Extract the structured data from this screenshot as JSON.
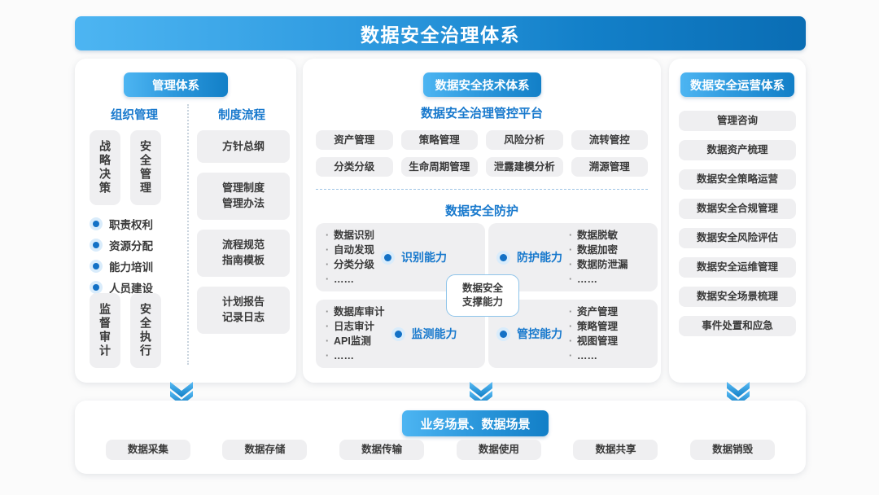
{
  "title": "数据安全治理体系",
  "management": {
    "pill": "管理体系",
    "col_org": "组织管理",
    "col_process": "制度流程",
    "org_boxes_top": [
      "战略决策",
      "安全管理"
    ],
    "org_bullets": [
      "职责权利",
      "资源分配",
      "能力培训",
      "人员建设"
    ],
    "org_boxes_bottom": [
      "监督审计",
      "安全执行"
    ],
    "process_items": [
      "方针总纲",
      "管理制度\n管理办法",
      "流程规范\n指南模板",
      "计划报告\n记录日志"
    ]
  },
  "technology": {
    "pill": "数据安全技术体系",
    "platform_title": "数据安全治理管控平台",
    "platform_items": [
      "资产管理",
      "策略管理",
      "风险分析",
      "流转管控",
      "分类分级",
      "生命周期管理",
      "泄露建模分析",
      "溯源管理"
    ],
    "protection_title": "数据安全防护",
    "center_badge": "数据安全\n支撑能力",
    "quadrants": [
      {
        "capability": "识别能力",
        "items": [
          "数据识别",
          "自动发现",
          "分类分级",
          "……"
        ],
        "side": "left"
      },
      {
        "capability": "防护能力",
        "items": [
          "数据脱敏",
          "数据加密",
          "数据防泄漏",
          "……"
        ],
        "side": "right"
      },
      {
        "capability": "监测能力",
        "items": [
          "数据库审计",
          "日志审计",
          "API监测",
          "……"
        ],
        "side": "left"
      },
      {
        "capability": "管控能力",
        "items": [
          "资产管理",
          "策略管理",
          "视图管理",
          "……"
        ],
        "side": "right"
      }
    ]
  },
  "operations": {
    "pill": "数据安全运营体系",
    "items": [
      "管理咨询",
      "数据资产梳理",
      "数据安全策略运营",
      "数据安全合规管理",
      "数据安全风险评估",
      "数据安全运维管理",
      "数据安全场景梳理",
      "事件处置和应急"
    ]
  },
  "scene": {
    "pill": "业务场景、数据场景",
    "items": [
      "数据采集",
      "数据存储",
      "数据传输",
      "数据使用",
      "数据共享",
      "数据销毁"
    ]
  },
  "colors": {
    "brand_light": "#4db5f2",
    "brand_dark": "#0a6db4",
    "accent_text": "#1879cd",
    "chip_bg": "#efeff1",
    "page_bg": "#fbfbfb"
  }
}
